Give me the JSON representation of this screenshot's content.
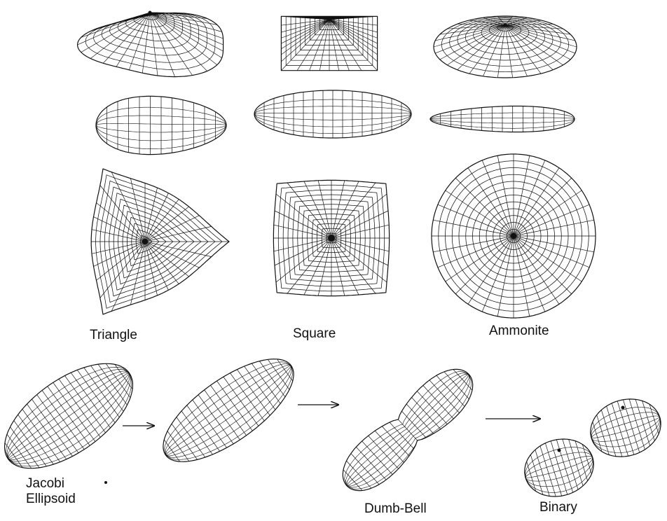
{
  "labels": {
    "triangle": "Triangle",
    "square": "Square",
    "ammonite": "Ammonite",
    "jacobi_line1": "Jacobi",
    "jacobi_line2": "Ellipsoid",
    "dumbbell": "Dumb-Bell",
    "binary": "Binary"
  },
  "colors": {
    "ink": "#111111",
    "background": "#ffffff"
  }
}
